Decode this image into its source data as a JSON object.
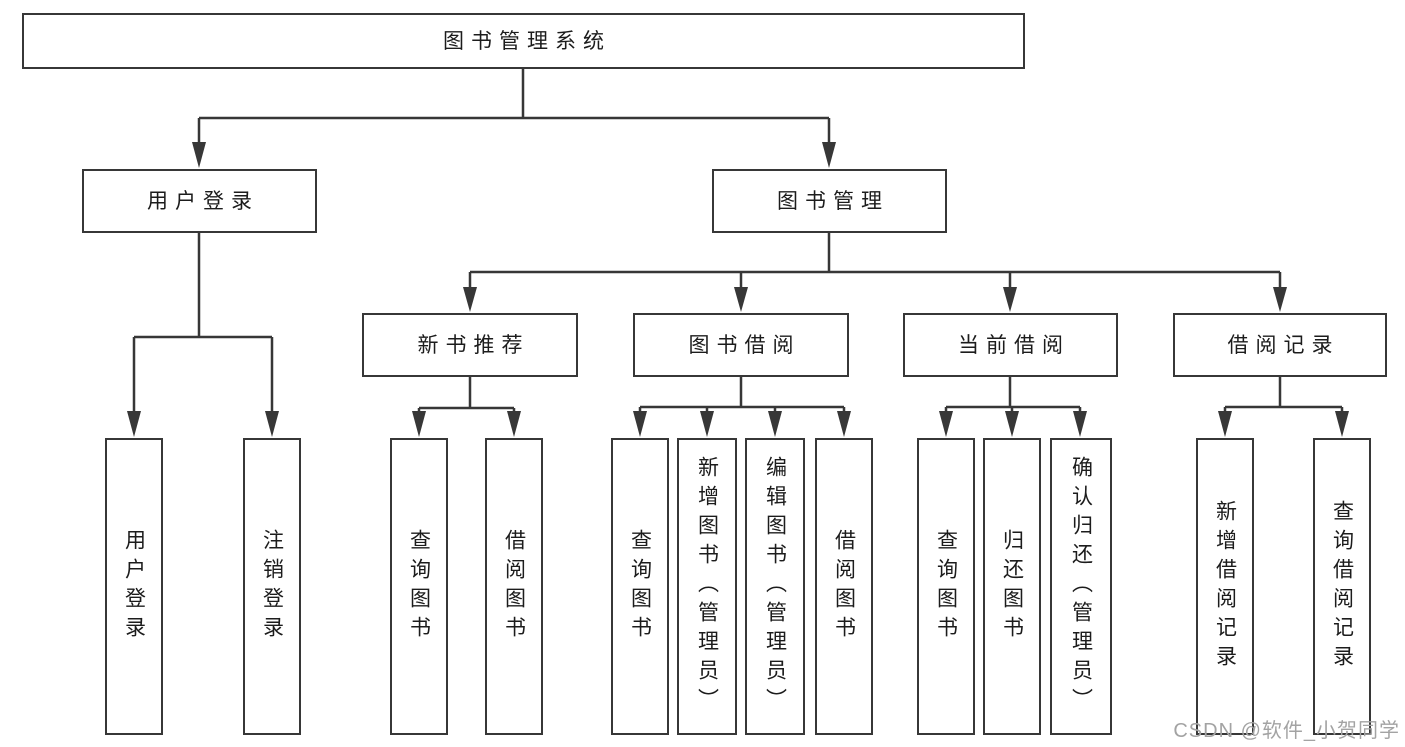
{
  "diagram": {
    "root": {
      "label": "图书管理系统"
    },
    "branches": [
      {
        "label": "用户登录",
        "children": [
          {
            "label": "用户登录"
          },
          {
            "label": "注销登录"
          }
        ]
      },
      {
        "label": "图书管理",
        "modules": [
          {
            "label": "新书推荐",
            "children": [
              {
                "label": "查询图书"
              },
              {
                "label": "借阅图书"
              }
            ]
          },
          {
            "label": "图书借阅",
            "children": [
              {
                "label": "查询图书"
              },
              {
                "label": "新增图书（管理员）"
              },
              {
                "label": "编辑图书（管理员）"
              },
              {
                "label": "借阅图书"
              }
            ]
          },
          {
            "label": "当前借阅",
            "children": [
              {
                "label": "查询图书"
              },
              {
                "label": "归还图书"
              },
              {
                "label": "确认归还（管理员）"
              }
            ]
          },
          {
            "label": "借阅记录",
            "children": [
              {
                "label": "新增借阅记录"
              },
              {
                "label": "查询借阅记录"
              }
            ]
          }
        ]
      }
    ]
  },
  "watermark": {
    "text": "CSDN @软件_小贺同学"
  },
  "colors": {
    "line": "#373737",
    "text": "#1c1c1c",
    "watermark": "#a3a3a3",
    "background": "#ffffff"
  }
}
